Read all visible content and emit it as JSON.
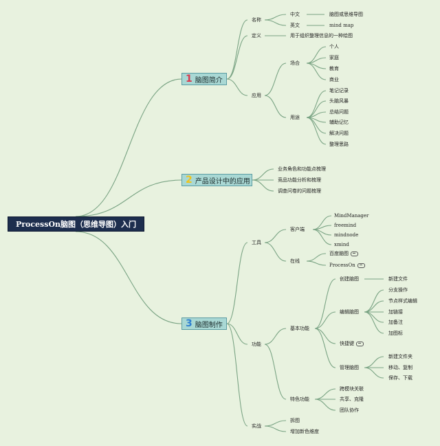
{
  "root": {
    "label": "ProcessOn脑图（思维导图）入门"
  },
  "sections": [
    {
      "num": "1",
      "num_color": "#d83a4e",
      "label": "脑图简介"
    },
    {
      "num": "2",
      "num_color": "#f0c419",
      "label": "产品设计中的应用"
    },
    {
      "num": "3",
      "num_color": "#2f7fd0",
      "label": "脑图制作"
    }
  ],
  "intro": {
    "name": {
      "label": "名称",
      "cn": "中文",
      "cn_val": "脑图或思维导图",
      "en": "英文",
      "en_val": "mind map"
    },
    "def": {
      "label": "定义",
      "val": "用于组织整理信息的一种绘图"
    },
    "app": {
      "label": "应用",
      "scene": {
        "label": "场合",
        "items": [
          "个人",
          "家庭",
          "教育",
          "商业"
        ]
      },
      "use": {
        "label": "用途",
        "items": [
          "笔记记录",
          "头脑风暴",
          "总结问题",
          "辅助记忆",
          "解决问题",
          "整理思路"
        ]
      }
    }
  },
  "design": {
    "items": [
      "业务角色和功能点梳理",
      "竞品功能分析和梳理",
      "调查问卷的问题梳理"
    ]
  },
  "make": {
    "tools": {
      "label": "工具",
      "client": {
        "label": "客户端",
        "items": [
          "MindManager",
          "freemind",
          "mindnode",
          "xmind"
        ]
      },
      "online": {
        "label": "在线",
        "items": [
          "百度脑图",
          "ProcessOn"
        ]
      }
    },
    "func": {
      "label": "功能",
      "basic": {
        "label": "基本功能",
        "create": {
          "label": "创建脑图",
          "items": [
            "新建文件"
          ]
        },
        "edit": {
          "label": "编辑脑图",
          "items": [
            "分支操作",
            "节点样式编辑",
            "加链接",
            "加备注",
            "加图标"
          ]
        },
        "shortcut": {
          "label": "快捷键"
        },
        "manage": {
          "label": "管理脑图",
          "items": [
            "新建文件夹",
            "移动、复制",
            "保存、下载"
          ]
        }
      },
      "special": {
        "label": "特色功能",
        "items": [
          "跨模块关联",
          "共享、克隆",
          "团队协作"
        ]
      }
    },
    "practice": {
      "label": "实战",
      "items": [
        "拆图",
        "增加新色维度"
      ]
    }
  },
  "colors": {
    "background": "#e8f2df",
    "line": "#79a383",
    "root": "#1d2e4e",
    "section": "#a9d8d4"
  }
}
